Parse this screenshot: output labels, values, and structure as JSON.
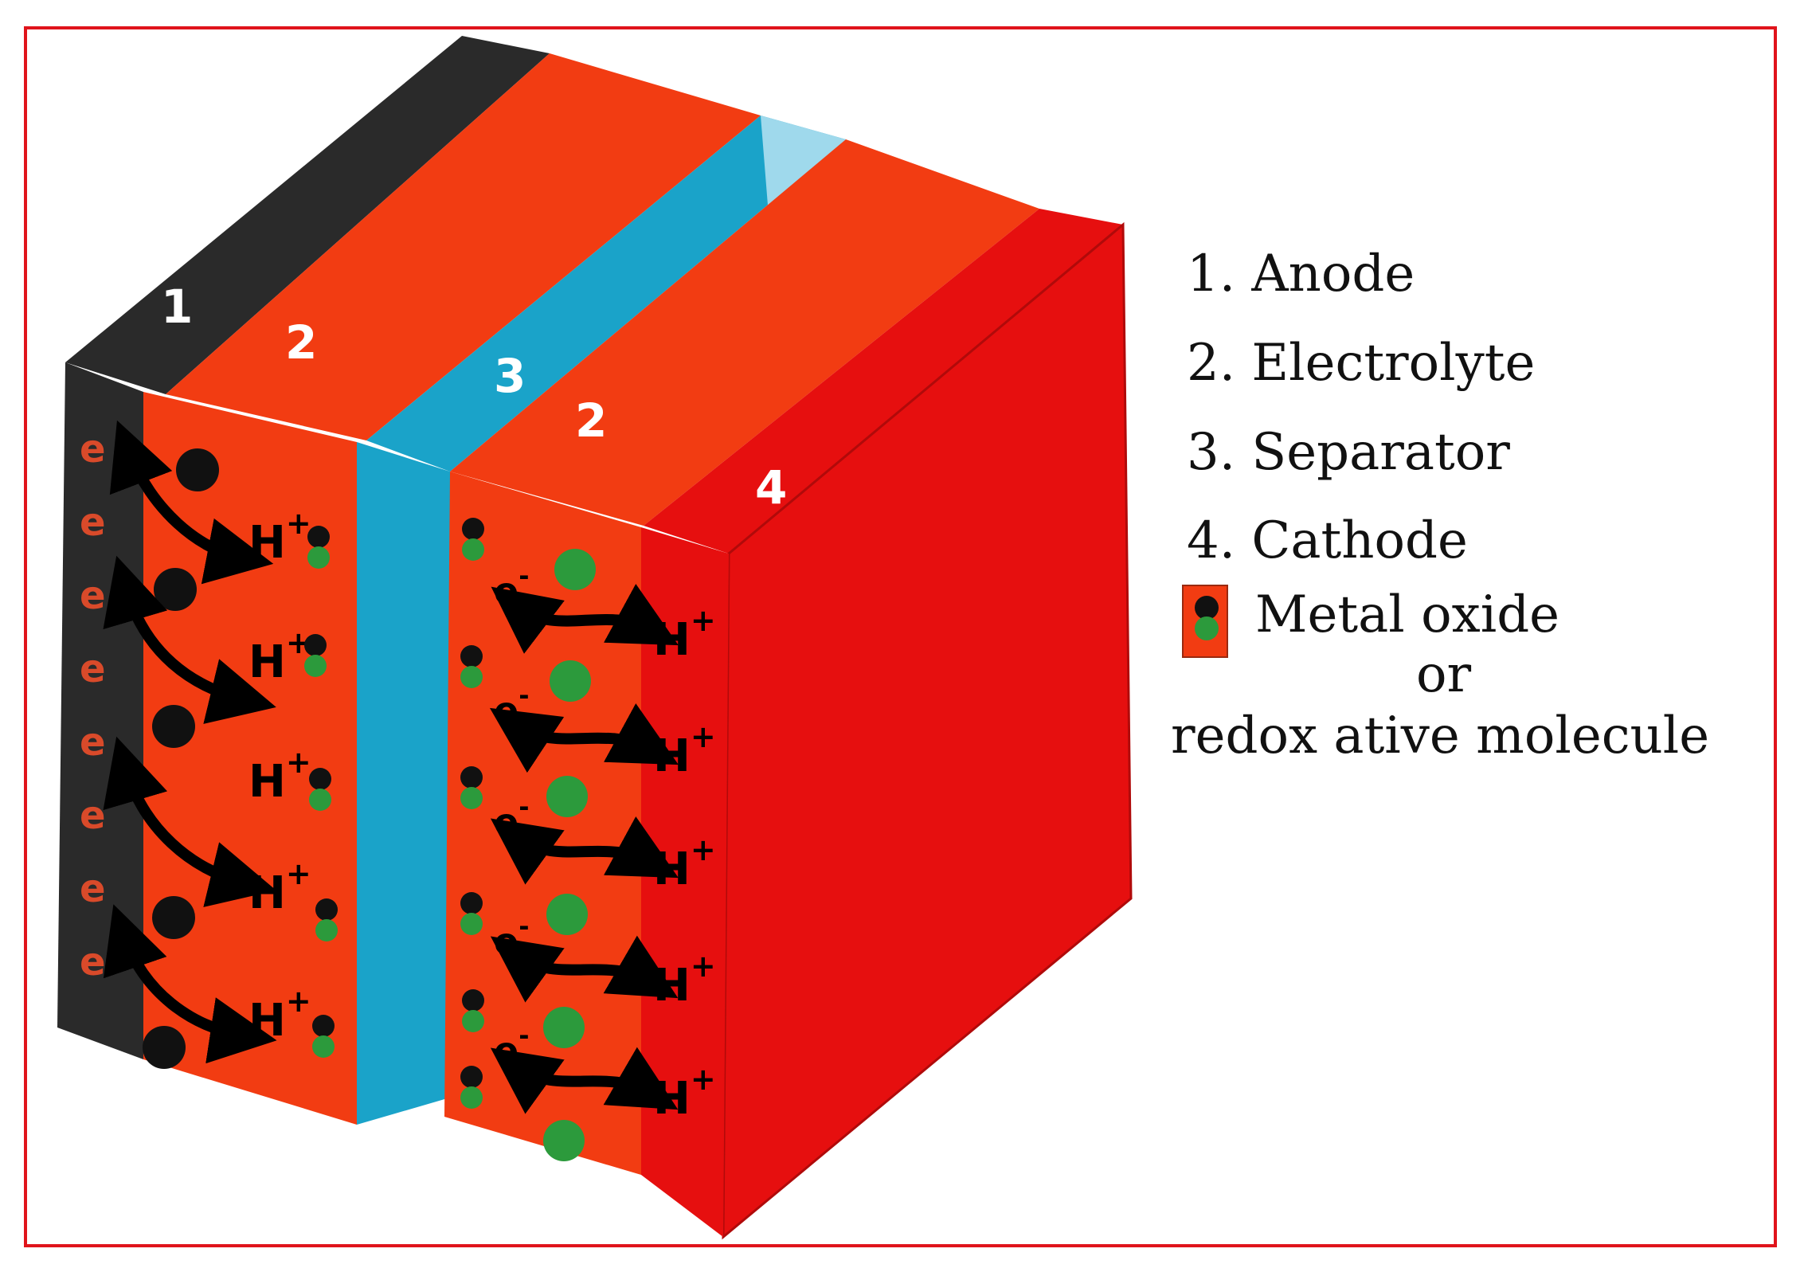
{
  "layer_numbers": {
    "anode": "1",
    "electrolyte": "2",
    "separator": "3",
    "cathode": "4"
  },
  "particle_labels": {
    "proton": "H",
    "proton_charge": "+",
    "electron": "e",
    "electron_charge": "-"
  },
  "legend": {
    "items": [
      "1. Anode",
      "2. Electrolyte",
      "3. Separator",
      "4. Cathode"
    ],
    "swatch_label_line1": "Metal oxide",
    "swatch_label_line2": "or",
    "swatch_label_line3": "redox ative molecule"
  },
  "colors": {
    "frame_border": "#e0141b",
    "anode": "#2a2a2a",
    "electrolyte": "#f23c12",
    "separator": "#1aa3c9",
    "cathode": "#e60f0f",
    "particle_black": "#111111",
    "particle_green": "#2c9a3c",
    "anode_electron_text": "#d94a2a"
  },
  "icons": [
    "curved-double-arrow-icon",
    "black-sphere-icon",
    "green-sphere-icon",
    "metal-oxide-particle-icon"
  ]
}
